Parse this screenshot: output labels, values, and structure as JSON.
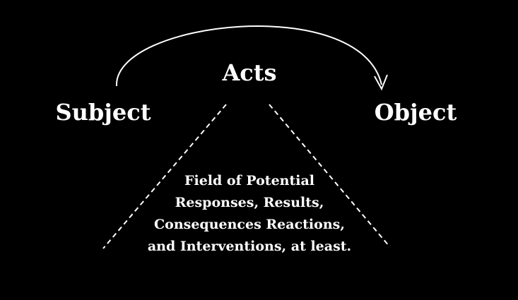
{
  "nodes": {
    "subject": "Subject",
    "acts": "Acts",
    "object": "Object"
  },
  "field": {
    "lines": [
      "Field of Potential",
      "Responses, Results,",
      "Consequences Reactions,",
      "and Interventions, at least."
    ]
  },
  "colors": {
    "background": "#000000",
    "foreground": "#ffffff"
  }
}
